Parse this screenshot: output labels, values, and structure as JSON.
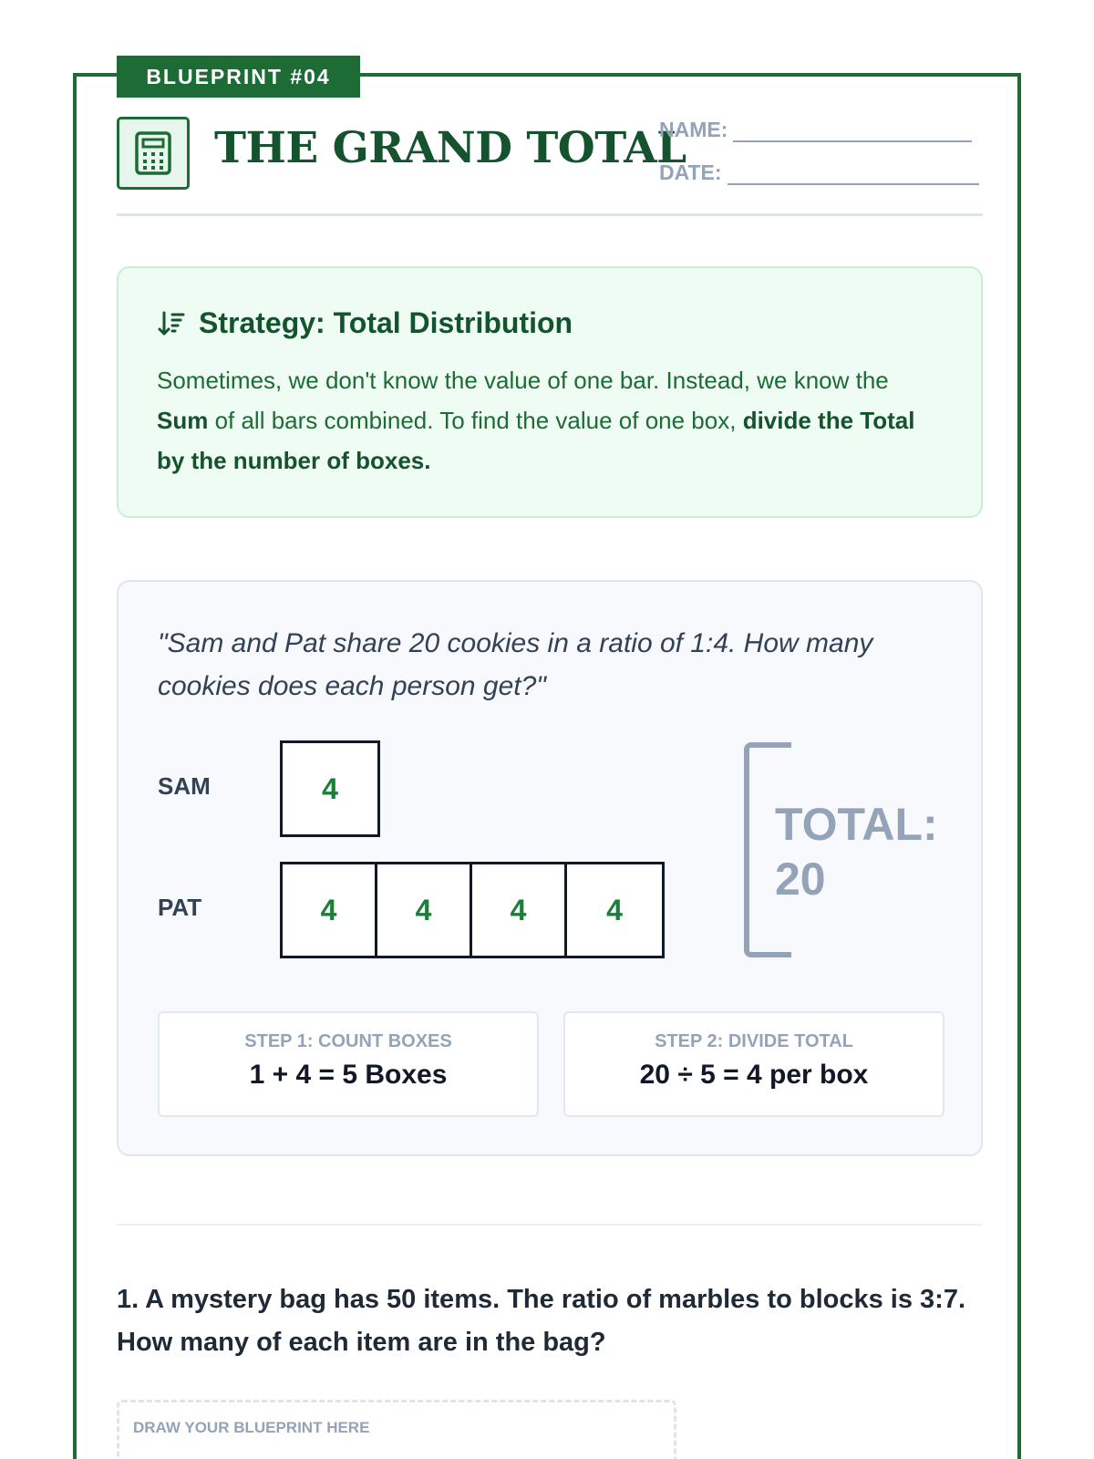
{
  "badge": "BLUEPRINT #04",
  "title": "THE GRAND TOTAL",
  "fields": {
    "name_label": "NAME:",
    "date_label": "DATE:"
  },
  "strategy": {
    "icon": "sort-descending-icon",
    "heading": "Strategy: Total Distribution",
    "text_1": "Sometimes, we don't know the value of one bar. Instead, we know the ",
    "bold_1": "Sum",
    "text_2": " of all bars combined. To find the value of one box, ",
    "bold_2": "divide the Total by the number of boxes."
  },
  "example": {
    "quote": "\"Sam and Pat share 20 cookies in a ratio of 1:4. How many cookies does each person get?\"",
    "rows": [
      {
        "label": "SAM",
        "boxes": [
          "4"
        ]
      },
      {
        "label": "PAT",
        "boxes": [
          "4",
          "4",
          "4",
          "4"
        ]
      }
    ],
    "total_label": "TOTAL:",
    "total_value": "20",
    "steps": [
      {
        "label": "STEP 1: COUNT BOXES",
        "value": "1 + 4 = 5 Boxes"
      },
      {
        "label": "STEP 2: DIVIDE TOTAL",
        "value": "20 ÷ 5 = 4 per box"
      }
    ]
  },
  "question": "1. A mystery bag has 50 items. The ratio of marbles to blocks is 3:7. How many of each item are in the bag?",
  "draw_area_label": "DRAW YOUR BLUEPRINT HERE",
  "colors": {
    "primary": "#1d6b35",
    "accent_green": "#1a7f37",
    "muted": "#94a3b8",
    "strategy_bg": "#eefcf3"
  }
}
